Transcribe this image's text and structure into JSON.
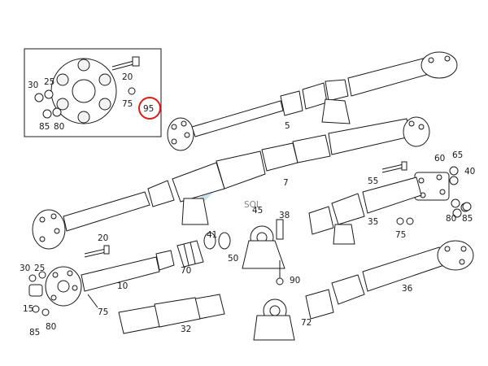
{
  "highlight_color": "#e01b1b",
  "watermark": {
    "text": "SQL",
    "color": "#9fc9d8"
  },
  "callouts": {
    "inset_20": "20",
    "inset_25": "25",
    "inset_30": "30",
    "inset_75": "75",
    "inset_85": "85",
    "inset_80": "80",
    "inset_95": "95",
    "shaft_5": "5",
    "shaft_7": "7",
    "top_60": "60",
    "top_65": "65",
    "top_40": "40",
    "top_55": "55",
    "mid_38": "38",
    "mid_45": "45",
    "mid_35": "35",
    "mid_75": "75",
    "mid_80": "80",
    "mid_85": "85",
    "bl_20": "20",
    "bl_30": "30",
    "bl_25": "25",
    "bl_41": "41",
    "bl_50": "50",
    "bl_70": "70",
    "bl_10": "10",
    "bl_15": "15",
    "bl_75": "75",
    "bl_85": "85",
    "bl_80": "80",
    "br_90": "90",
    "br_36": "36",
    "br_72": "72",
    "bc_32": "32"
  }
}
